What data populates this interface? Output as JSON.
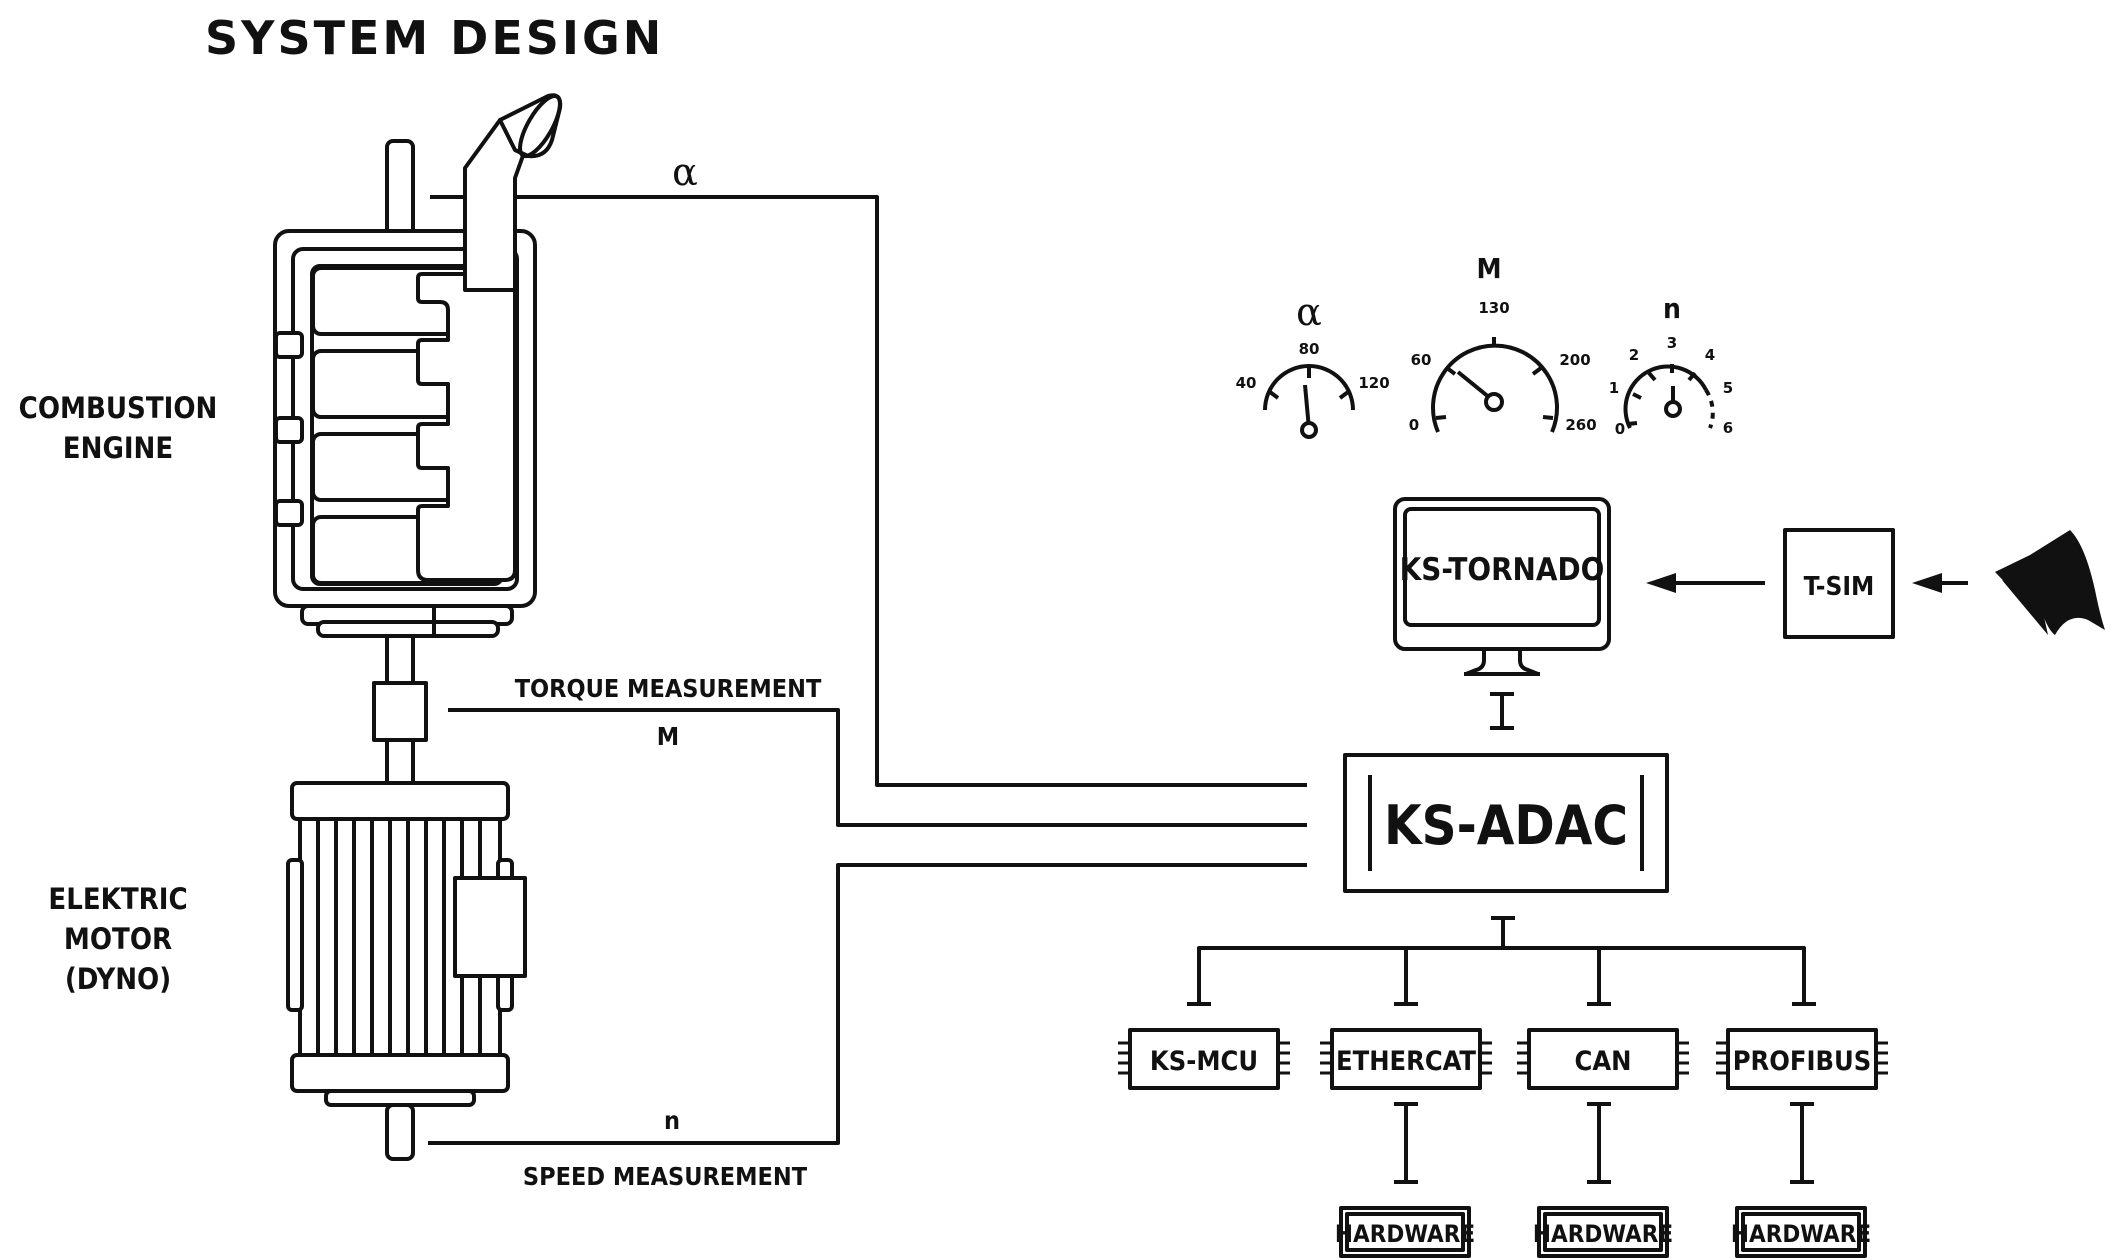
{
  "title": "SYSTEM DESIGN",
  "labels": {
    "engine_line1": "COMBUSTION",
    "engine_line2": "ENGINE",
    "motor_line1": "ELEKTRIC",
    "motor_line2": "MOTOR",
    "motor_line3": "(DYNO)",
    "torque_measurement": "TORQUE MEASUREMENT",
    "speed_measurement": "SPEED MEASUREMENT",
    "alpha_signal": "α",
    "torque_signal": "M",
    "speed_signal": "n"
  },
  "gauges": [
    {
      "symbol": "α",
      "ticks": [
        "40",
        "80",
        "120"
      ]
    },
    {
      "symbol": "M",
      "ticks": [
        "0",
        "60",
        "130",
        "200",
        "260"
      ]
    },
    {
      "symbol": "n",
      "ticks": [
        "0",
        "1",
        "2",
        "3",
        "4",
        "5",
        "6"
      ]
    }
  ],
  "components": {
    "tornado": "KS-TORNADO",
    "tsim": "T-SIM",
    "adac": "KS-ADAC",
    "modules": [
      "KS-MCU",
      "ETHERCAT",
      "CAN",
      "PROFIBUS"
    ],
    "hardware": [
      "HARDWARE",
      "HARDWARE",
      "HARDWARE"
    ]
  },
  "icons": {
    "matlab": "matlab-logo-icon"
  },
  "colors": {
    "ink": "#111111",
    "background": "#ffffff"
  }
}
